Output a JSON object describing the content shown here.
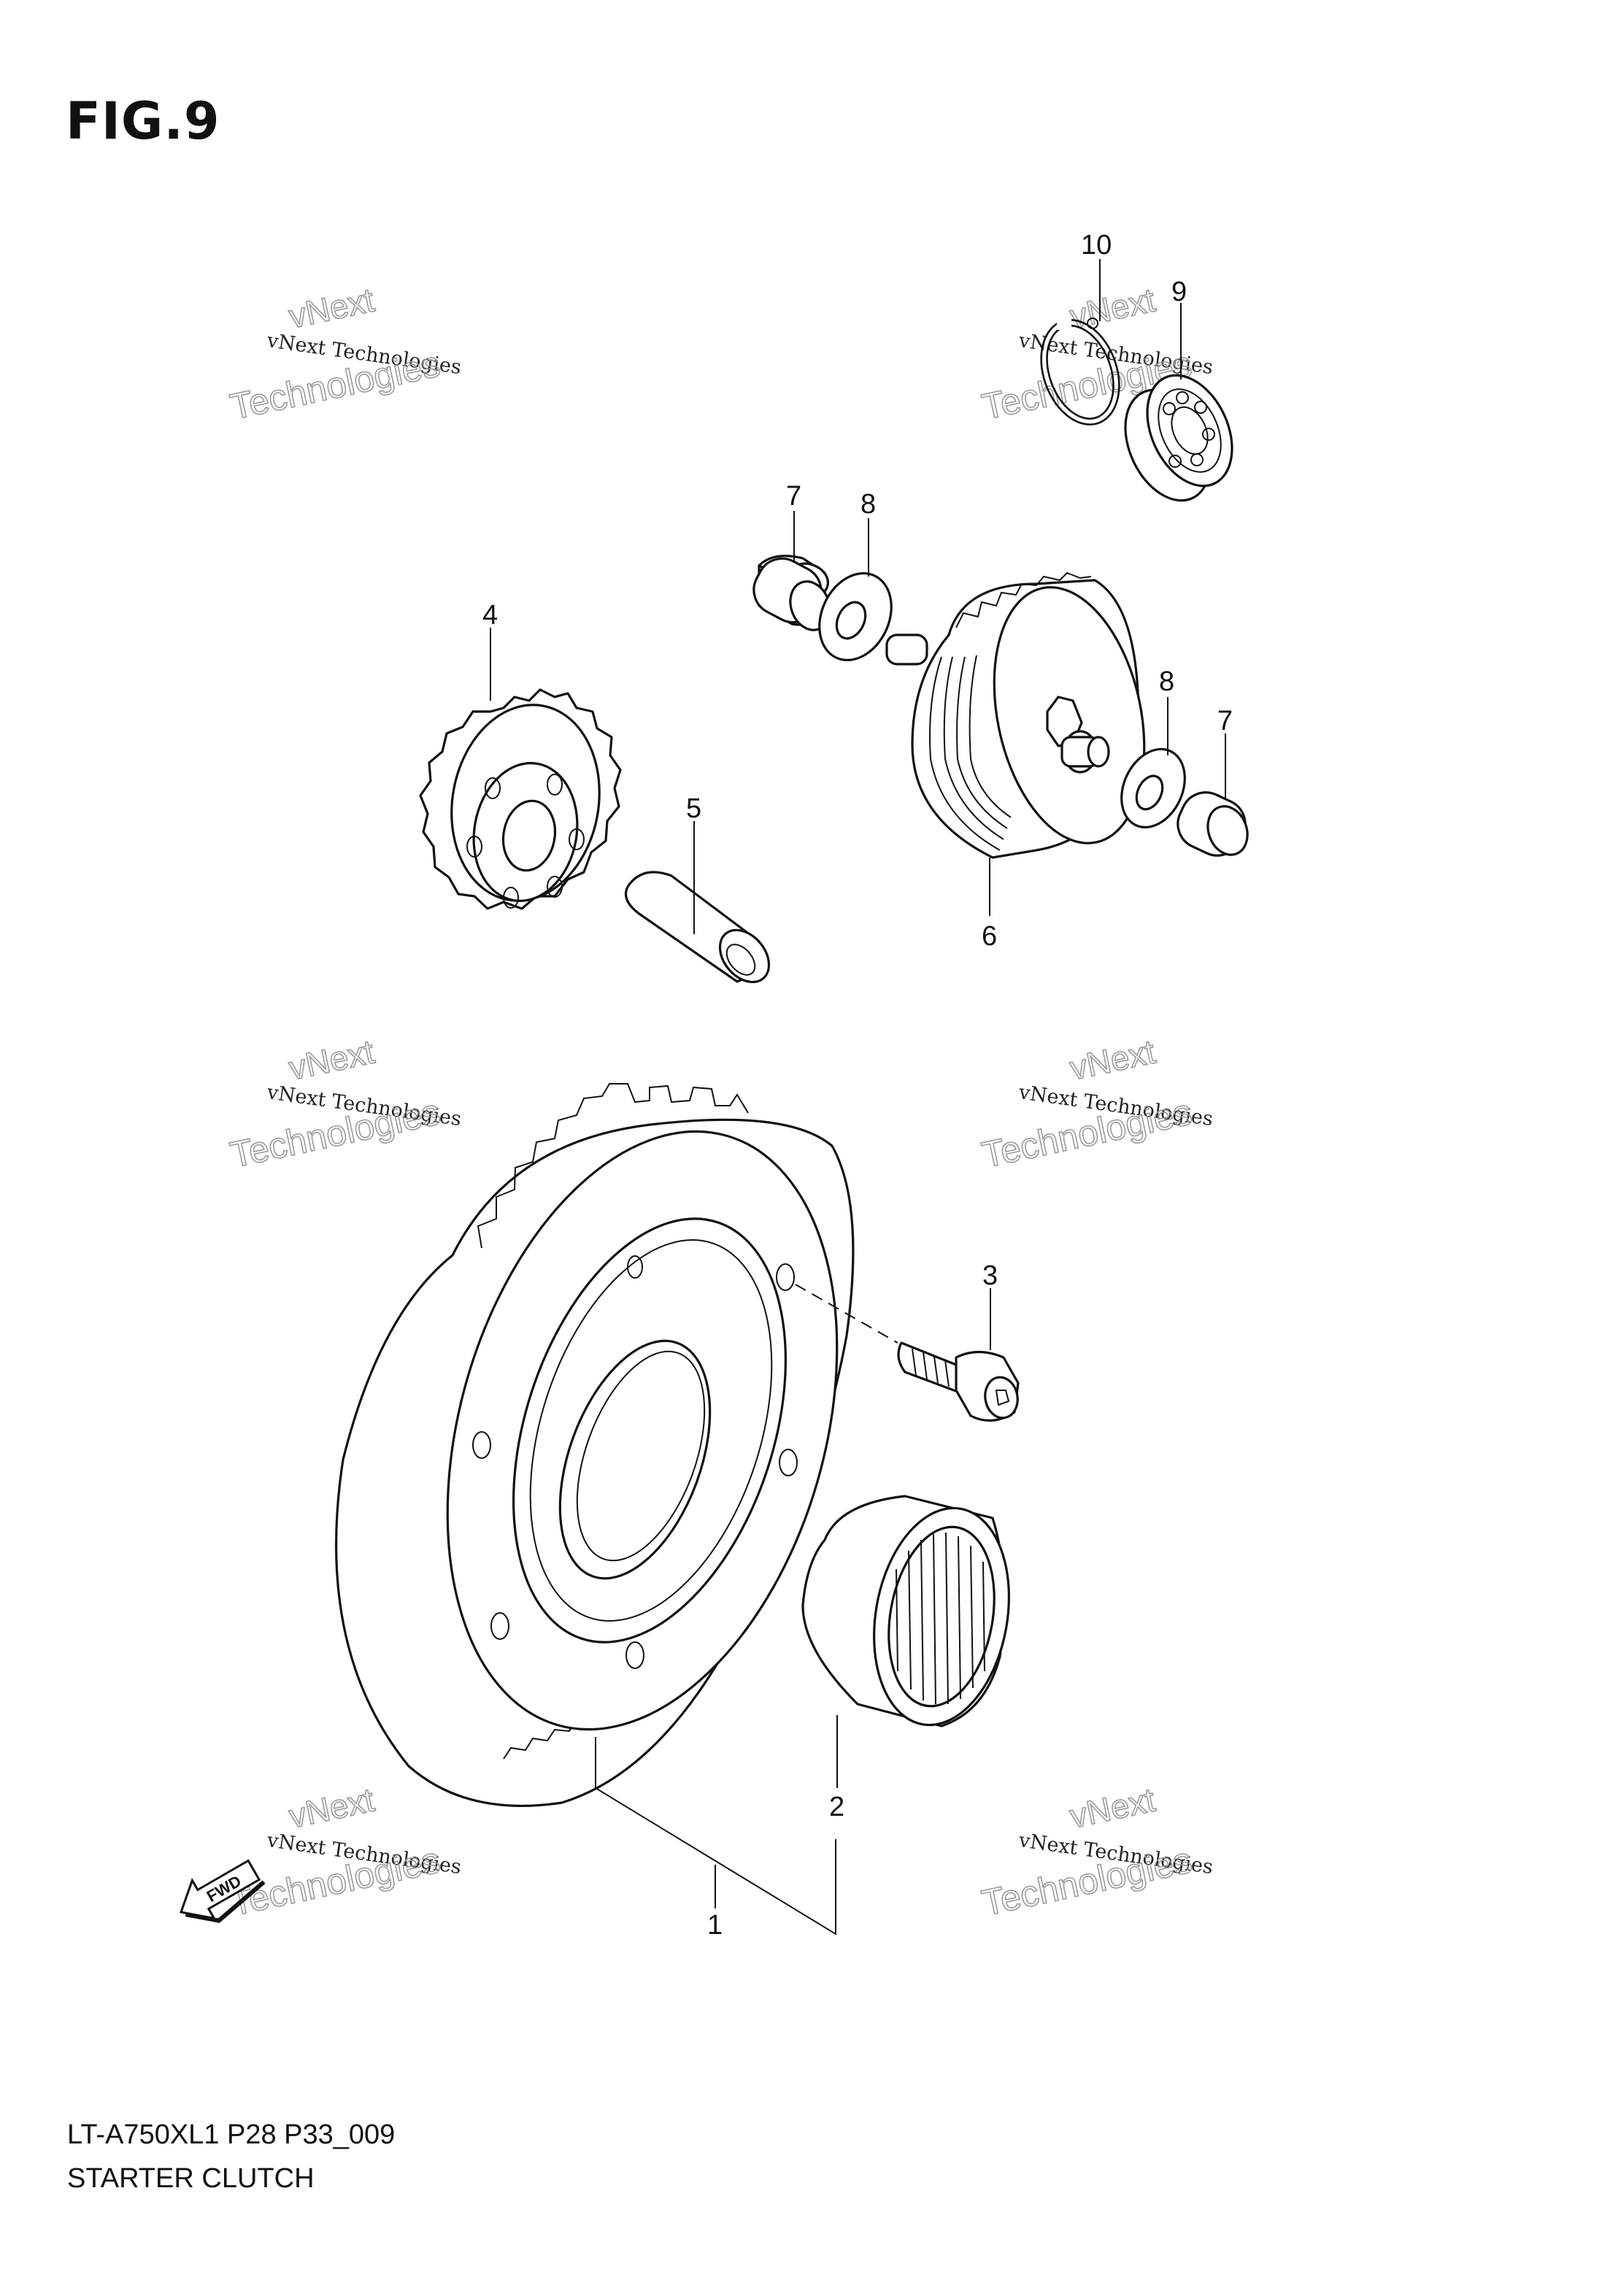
{
  "figure": {
    "title": "FIG.9"
  },
  "callouts": {
    "p1": "1",
    "p2": "2",
    "p3": "3",
    "p4": "4",
    "p5": "5",
    "p6": "6",
    "p7a": "7",
    "p7b": "7",
    "p8a": "8",
    "p8b": "8",
    "p9": "9",
    "p10": "10"
  },
  "watermark": {
    "small": "vNext Technologies",
    "large": "Technologies",
    "next": "vNext"
  },
  "fwd_label": "FWD",
  "footer": {
    "model_code": "LT-A750XL1 P28 P33_009",
    "section_name": "STARTER CLUTCH"
  }
}
